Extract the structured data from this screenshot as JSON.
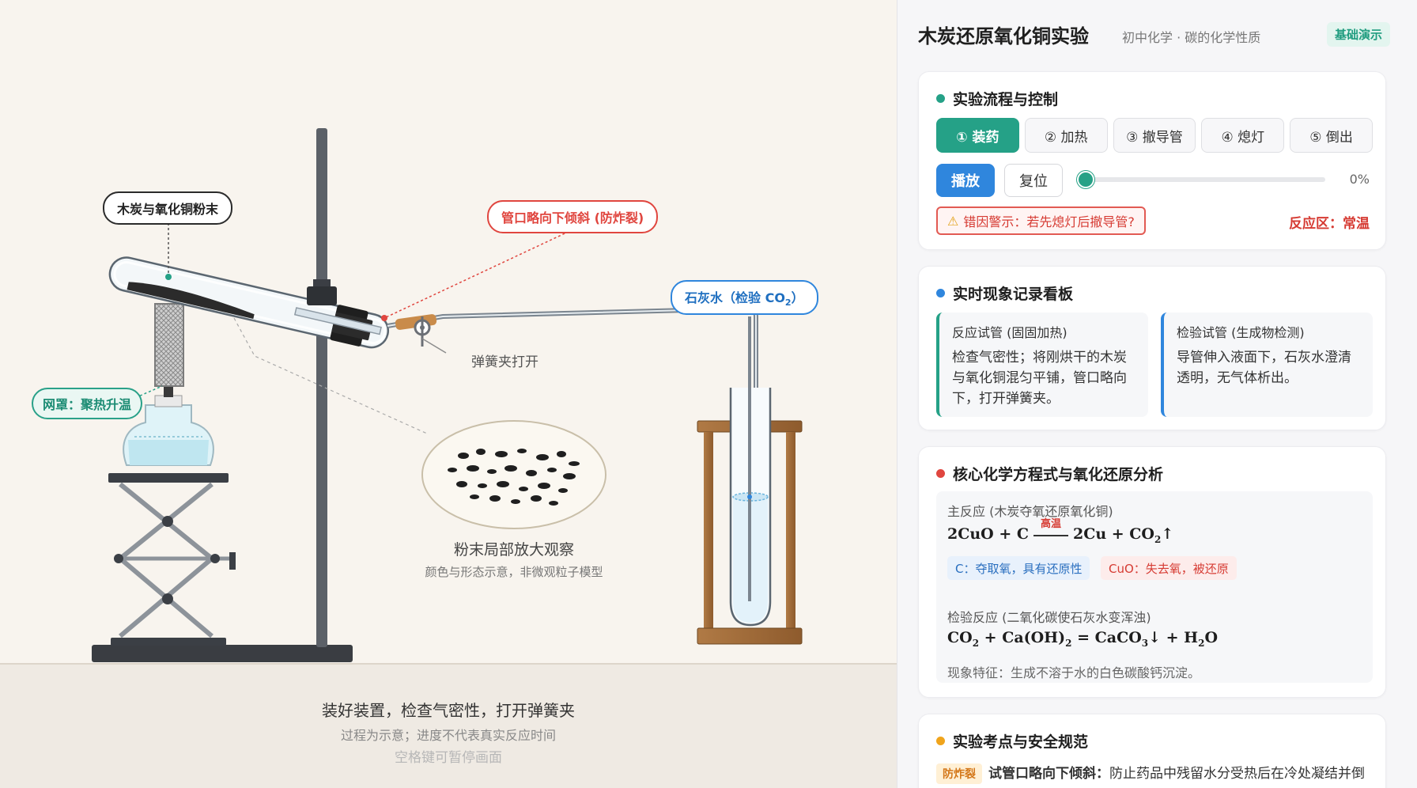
{
  "stage": {
    "labels": {
      "powder": "木炭与氧化铜粉末",
      "tilt": "管口略向下倾斜 (防炸裂)",
      "limewater": "石灰水（检验 CO",
      "limewater_sub": "2",
      "limewater_end": "）",
      "clamp": "弹簧夹打开",
      "gauze": "网罩：聚热升温",
      "zoom_title": "粉末局部放大观察",
      "zoom_sub": "颜色与形态示意，非微观粒子模型"
    },
    "caption": {
      "main": "装好装置，检查气密性，打开弹簧夹",
      "sub": "过程为示意；进度不代表真实反应时间",
      "hint": "空格键可暂停画面"
    }
  },
  "panel": {
    "title": "木炭还原氧化铜实验",
    "subtitle": "初中化学 · 碳的化学性质",
    "badge": "基础演示",
    "control": {
      "title": "实验流程与控制",
      "steps": [
        "① 装药",
        "② 加热",
        "③ 撤导管",
        "④ 熄灯",
        "⑤ 倒出"
      ],
      "active_step": 0,
      "play": "播放",
      "reset": "复位",
      "progress": 0,
      "progress_label": "0%",
      "warning": "错因警示：若先熄灯后撤导管?",
      "zone": "反应区：常温"
    },
    "observations": {
      "title": "实时现象记录看板",
      "reaction_tube": {
        "head": "反应试管 (固固加热)",
        "body": "检查气密性；将刚烘干的木炭与氧化铜混匀平铺，管口略向下，打开弹簧夹。"
      },
      "test_tube": {
        "head": "检验试管 (生成物检测)",
        "body": "导管伸入液面下，石灰水澄清透明，无气体析出。"
      }
    },
    "equations": {
      "title": "核心化学方程式与氧化还原分析",
      "main_head": "主反应 (木炭夺氧还原氧化铜)",
      "main_left": "2CuO + C",
      "main_condition": "高温",
      "main_right_a": "2Cu + CO",
      "main_right_sub": "2",
      "main_right_b": "↑",
      "tag_c": "C：夺取氧，具有还原性",
      "tag_cuo": "CuO：失去氧，被还原",
      "test_head": "检验反应 (二氧化碳使石灰水变浑浊)",
      "test_eq": {
        "a": "CO",
        "a_sub": "2",
        "b": " + Ca(OH)",
        "b_sub": "2",
        "c": " = CaCO",
        "c_sub": "3",
        "d": "↓ + H",
        "d_sub": "2",
        "e": "O"
      },
      "test_note": "现象特征：生成不溶于水的白色碳酸钙沉淀。"
    },
    "safety": {
      "title": "实验考点与安全规范",
      "tag": "防炸裂",
      "item_head": "试管口略向下倾斜：",
      "item_body": "防止药品中残留水分受热后在冷处凝结并倒"
    },
    "colors": {
      "teal": "#25a187",
      "blue": "#2f86dd",
      "red": "#e0463f",
      "orange": "#f0a41c"
    }
  }
}
